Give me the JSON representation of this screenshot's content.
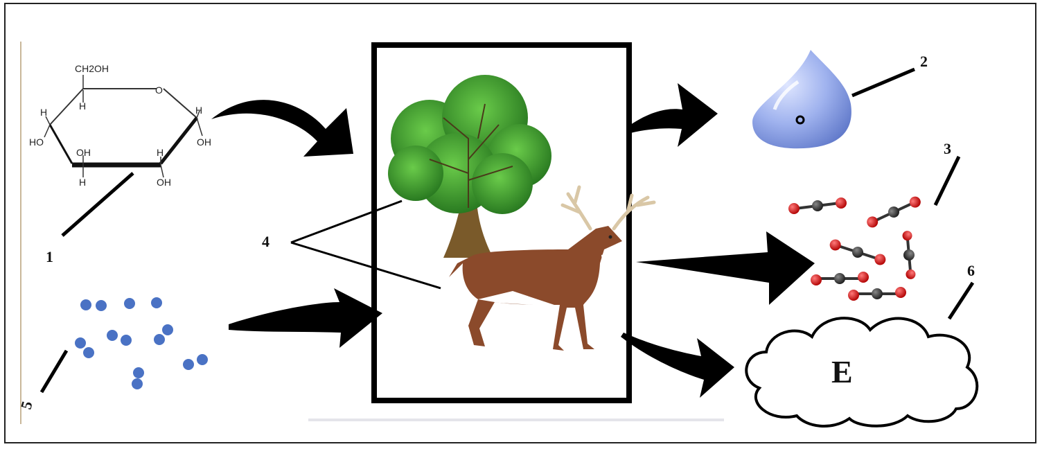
{
  "glucose": {
    "ch2oh": "CH2OH",
    "ring_o": "O",
    "h_labels": [
      "H",
      "H",
      "H",
      "H",
      "H"
    ],
    "oh_labels": [
      "HO",
      "OH",
      "OH",
      "OH"
    ]
  },
  "labels": {
    "n1": "1",
    "n2": "2",
    "n3": "3",
    "n4": "4",
    "n5": "5",
    "n6": "6"
  },
  "energy_label": "E",
  "colors": {
    "frame": "#222222",
    "arrow": "#000000",
    "oxygen_dot": "#4a72c4",
    "co2_red": "#d81f1f",
    "co2_carbon": "#333333",
    "water": "#8fa6e6",
    "leaves": "#3a9a2a",
    "trunk": "#7a5a2a",
    "deer": "#8b4a2b"
  },
  "icons": [
    "glucose-structure-icon",
    "water-drop-icon",
    "co2-molecule-icon",
    "oxygen-molecule-icon",
    "tree-icon",
    "deer-icon",
    "energy-cloud-icon"
  ]
}
